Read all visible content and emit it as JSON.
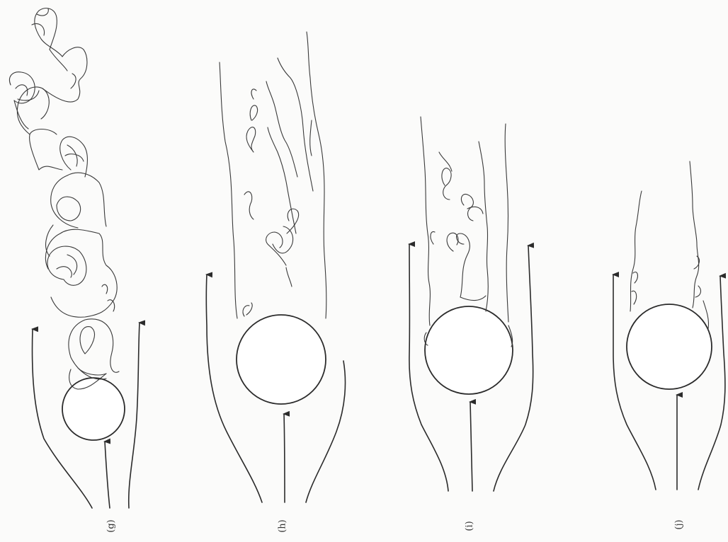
{
  "panels": [
    {
      "id": "g",
      "label": "(g)"
    },
    {
      "id": "h",
      "label": "(h)"
    },
    {
      "id": "i",
      "label": "(i)"
    },
    {
      "id": "j",
      "label": "(j)"
    }
  ]
}
